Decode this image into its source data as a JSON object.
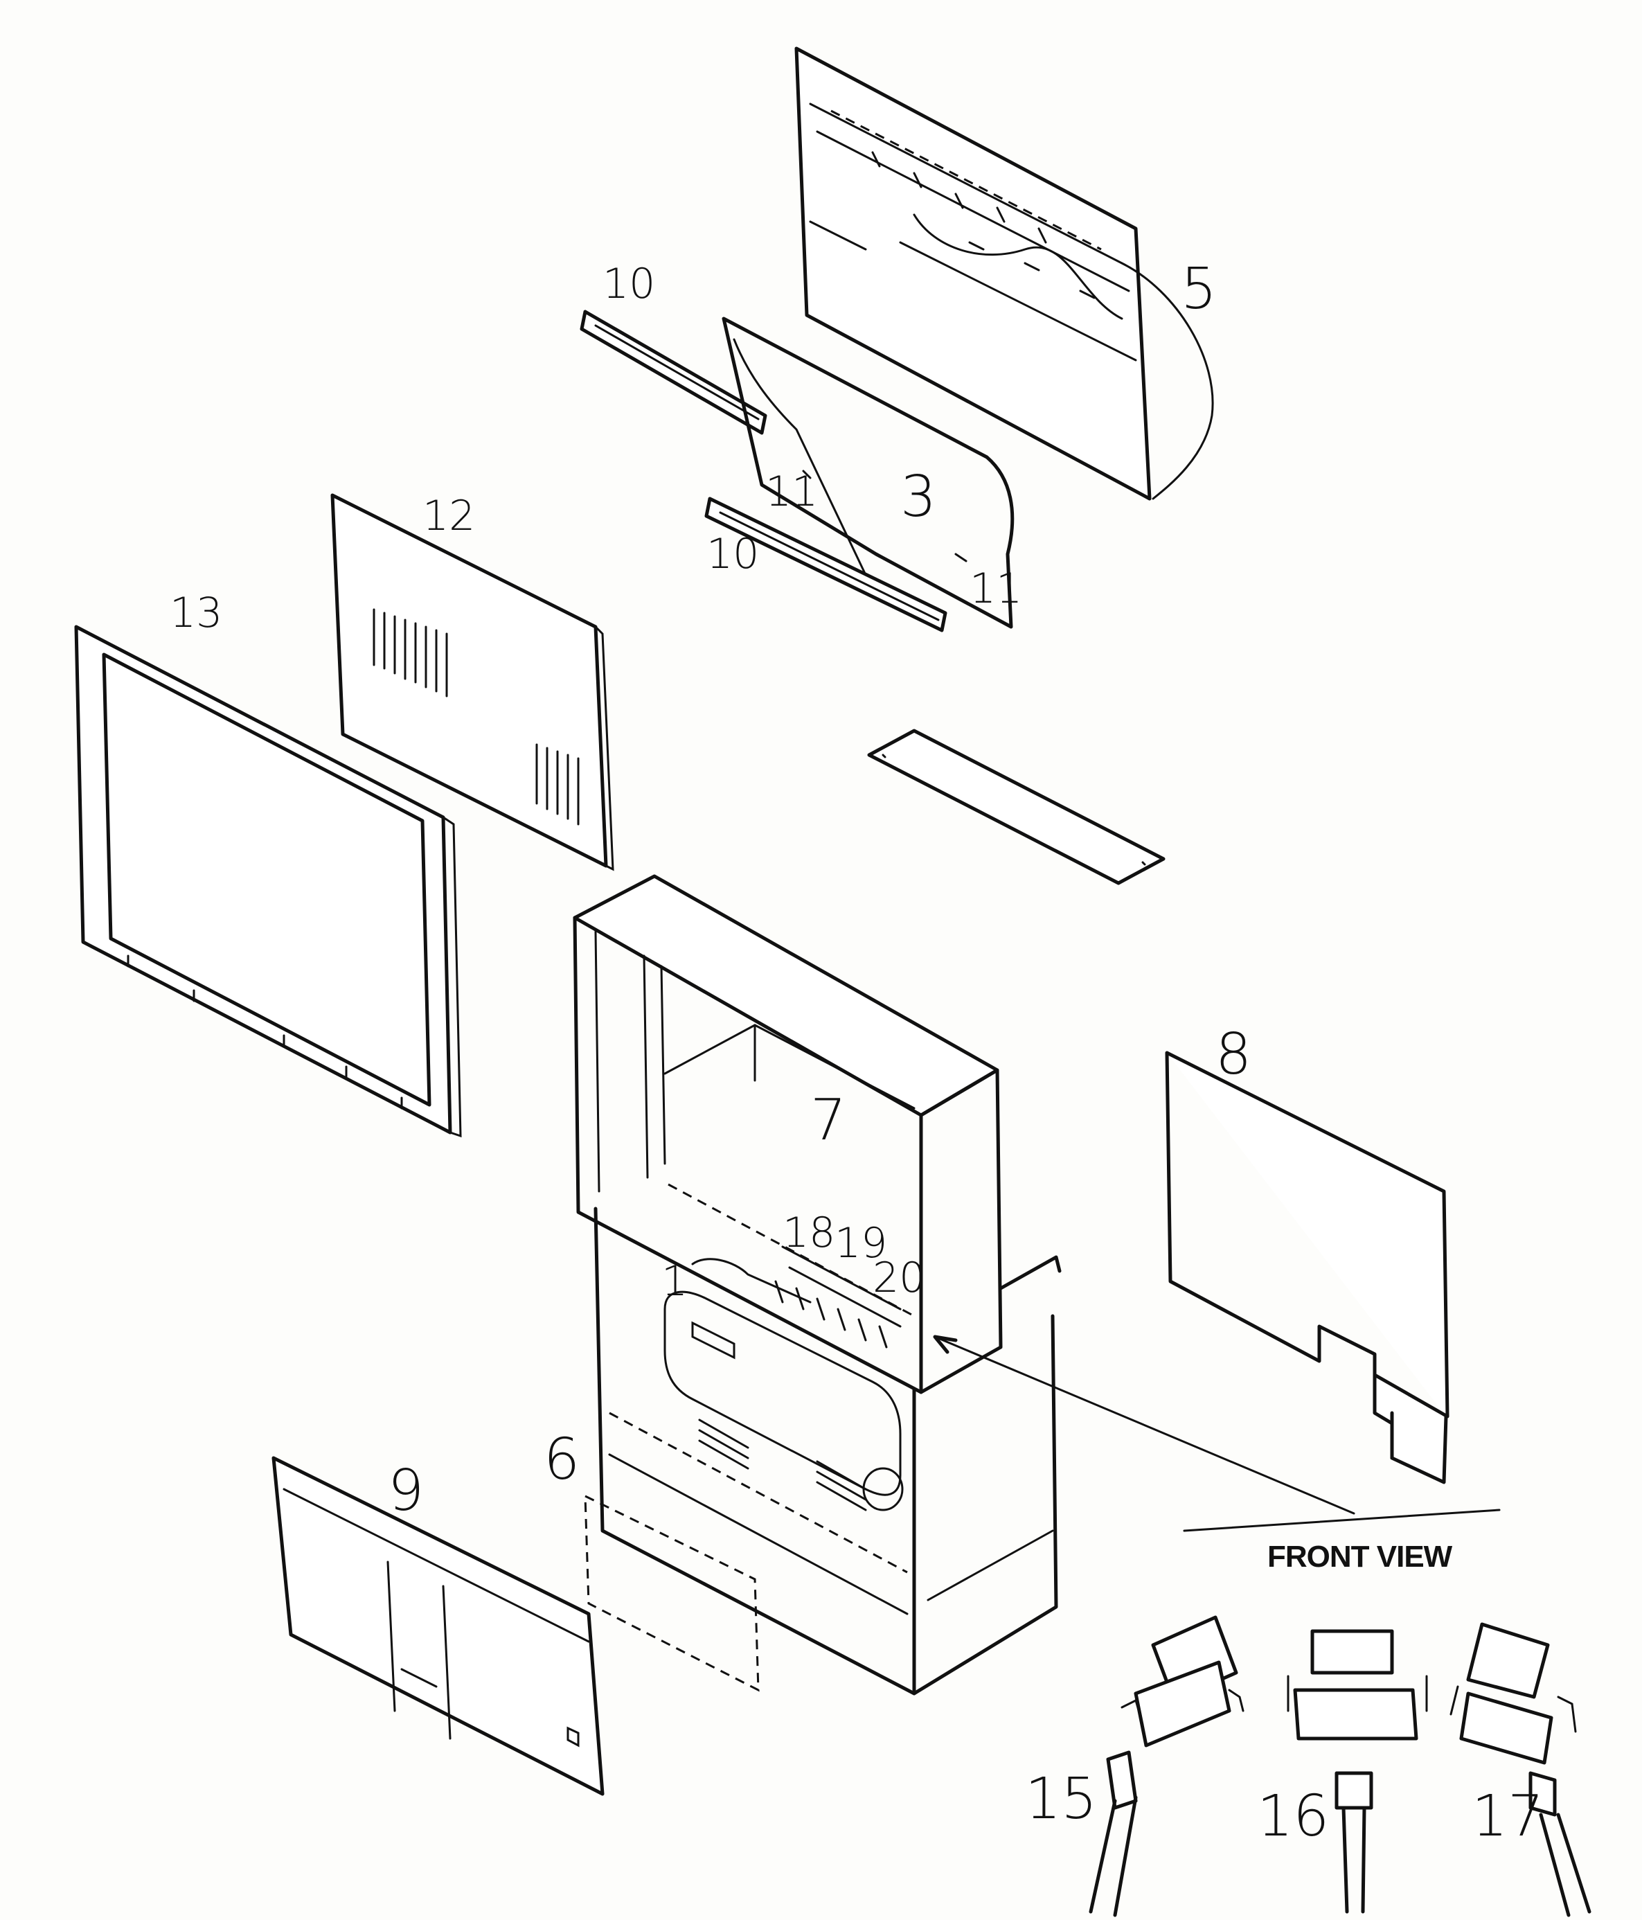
{
  "labels": {
    "front_view": "FRONT VIEW",
    "part_1": "1",
    "part_3": "3",
    "part_5": "5",
    "part_6": "6",
    "part_7": "7",
    "part_8": "8",
    "part_9": "9",
    "part_10_top": "10",
    "part_10_bottom": "10",
    "part_11_left": "11",
    "part_11_right": "11",
    "part_12": "12",
    "part_13": "13",
    "part_15": "15",
    "part_16": "16",
    "part_17": "17",
    "part_18": "18",
    "part_19": "19",
    "part_20": "20"
  }
}
